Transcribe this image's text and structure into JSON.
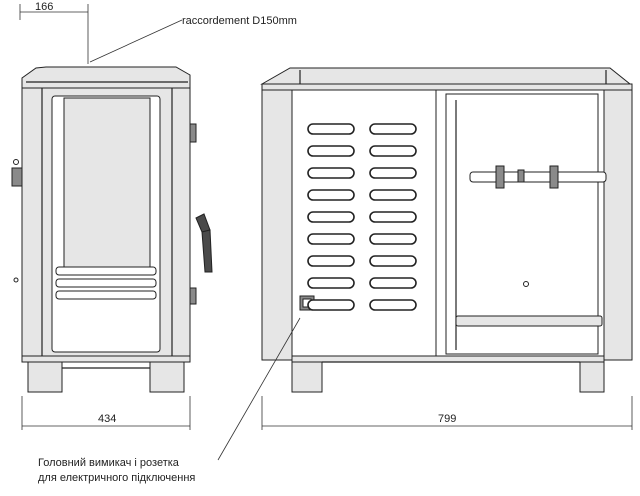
{
  "dimensions": {
    "top_offset": "166",
    "depth": "434",
    "width": "799"
  },
  "annotations": {
    "flue_connection": "raccordement D150mm",
    "switch_note_line1": "Головний вимикач і розетка",
    "switch_note_line2": "для електричного підключення"
  }
}
